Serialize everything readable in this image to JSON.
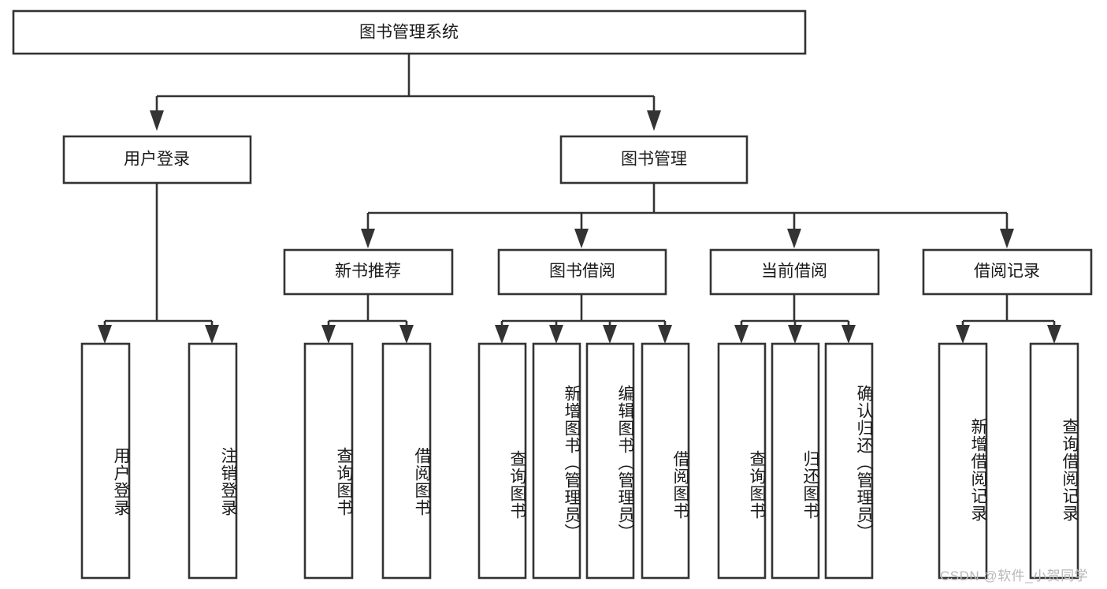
{
  "diagram": {
    "title_node": {
      "label": "图书管理系统"
    },
    "level2": [
      {
        "id": "user-login",
        "label": "用户登录"
      },
      {
        "id": "book-management",
        "label": "图书管理"
      }
    ],
    "level3": [
      {
        "id": "new-book-recommend",
        "label": "新书推荐"
      },
      {
        "id": "book-borrow",
        "label": "图书借阅"
      },
      {
        "id": "current-borrow",
        "label": "当前借阅"
      },
      {
        "id": "borrow-record",
        "label": "借阅记录"
      }
    ],
    "leaves": {
      "user_login": [
        {
          "id": "leaf-user-login",
          "label": "用户登录"
        },
        {
          "id": "leaf-logout-login",
          "label": "注销登录"
        }
      ],
      "new_book_recommend": [
        {
          "id": "leaf-query-book-1",
          "label": "查询图书"
        },
        {
          "id": "leaf-borrow-book-1",
          "label": "借阅图书"
        }
      ],
      "book_borrow": [
        {
          "id": "leaf-query-book-2",
          "label": "查询图书"
        },
        {
          "id": "leaf-add-book",
          "label": "新增图书（管理员）"
        },
        {
          "id": "leaf-edit-book",
          "label": "编辑图书（管理员）"
        },
        {
          "id": "leaf-borrow-book-2",
          "label": "借阅图书"
        }
      ],
      "current_borrow": [
        {
          "id": "leaf-query-book-3",
          "label": "查询图书"
        },
        {
          "id": "leaf-return-book",
          "label": "归还图书"
        },
        {
          "id": "leaf-confirm-return",
          "label": "确认归还（管理员）"
        }
      ],
      "borrow_record": [
        {
          "id": "leaf-add-record",
          "label": "新增借阅记录"
        },
        {
          "id": "leaf-query-record",
          "label": "查询借阅记录"
        }
      ]
    },
    "watermark": {
      "text": "CSDN @软件_小贺同学"
    },
    "colors": {
      "stroke": "#333333",
      "fill": "#ffffff",
      "text": "#1a1a1a",
      "watermark": "#b8b8b8"
    }
  }
}
